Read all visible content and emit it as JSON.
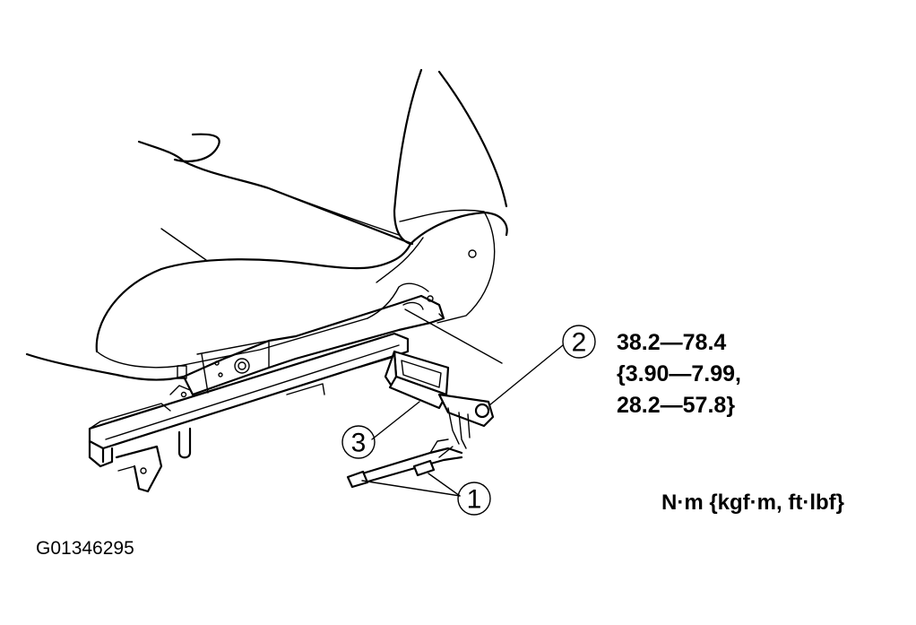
{
  "callouts": [
    {
      "id": "1",
      "label": "1"
    },
    {
      "id": "2",
      "label": "2"
    },
    {
      "id": "3",
      "label": "3"
    }
  ],
  "torque_spec": {
    "line1": "38.2—78.4",
    "line2": "{3.90—7.99,",
    "line3": "28.2—57.8}"
  },
  "units": "N·m {kgf·m, ft·lbf}",
  "figure_id": "G01346295"
}
